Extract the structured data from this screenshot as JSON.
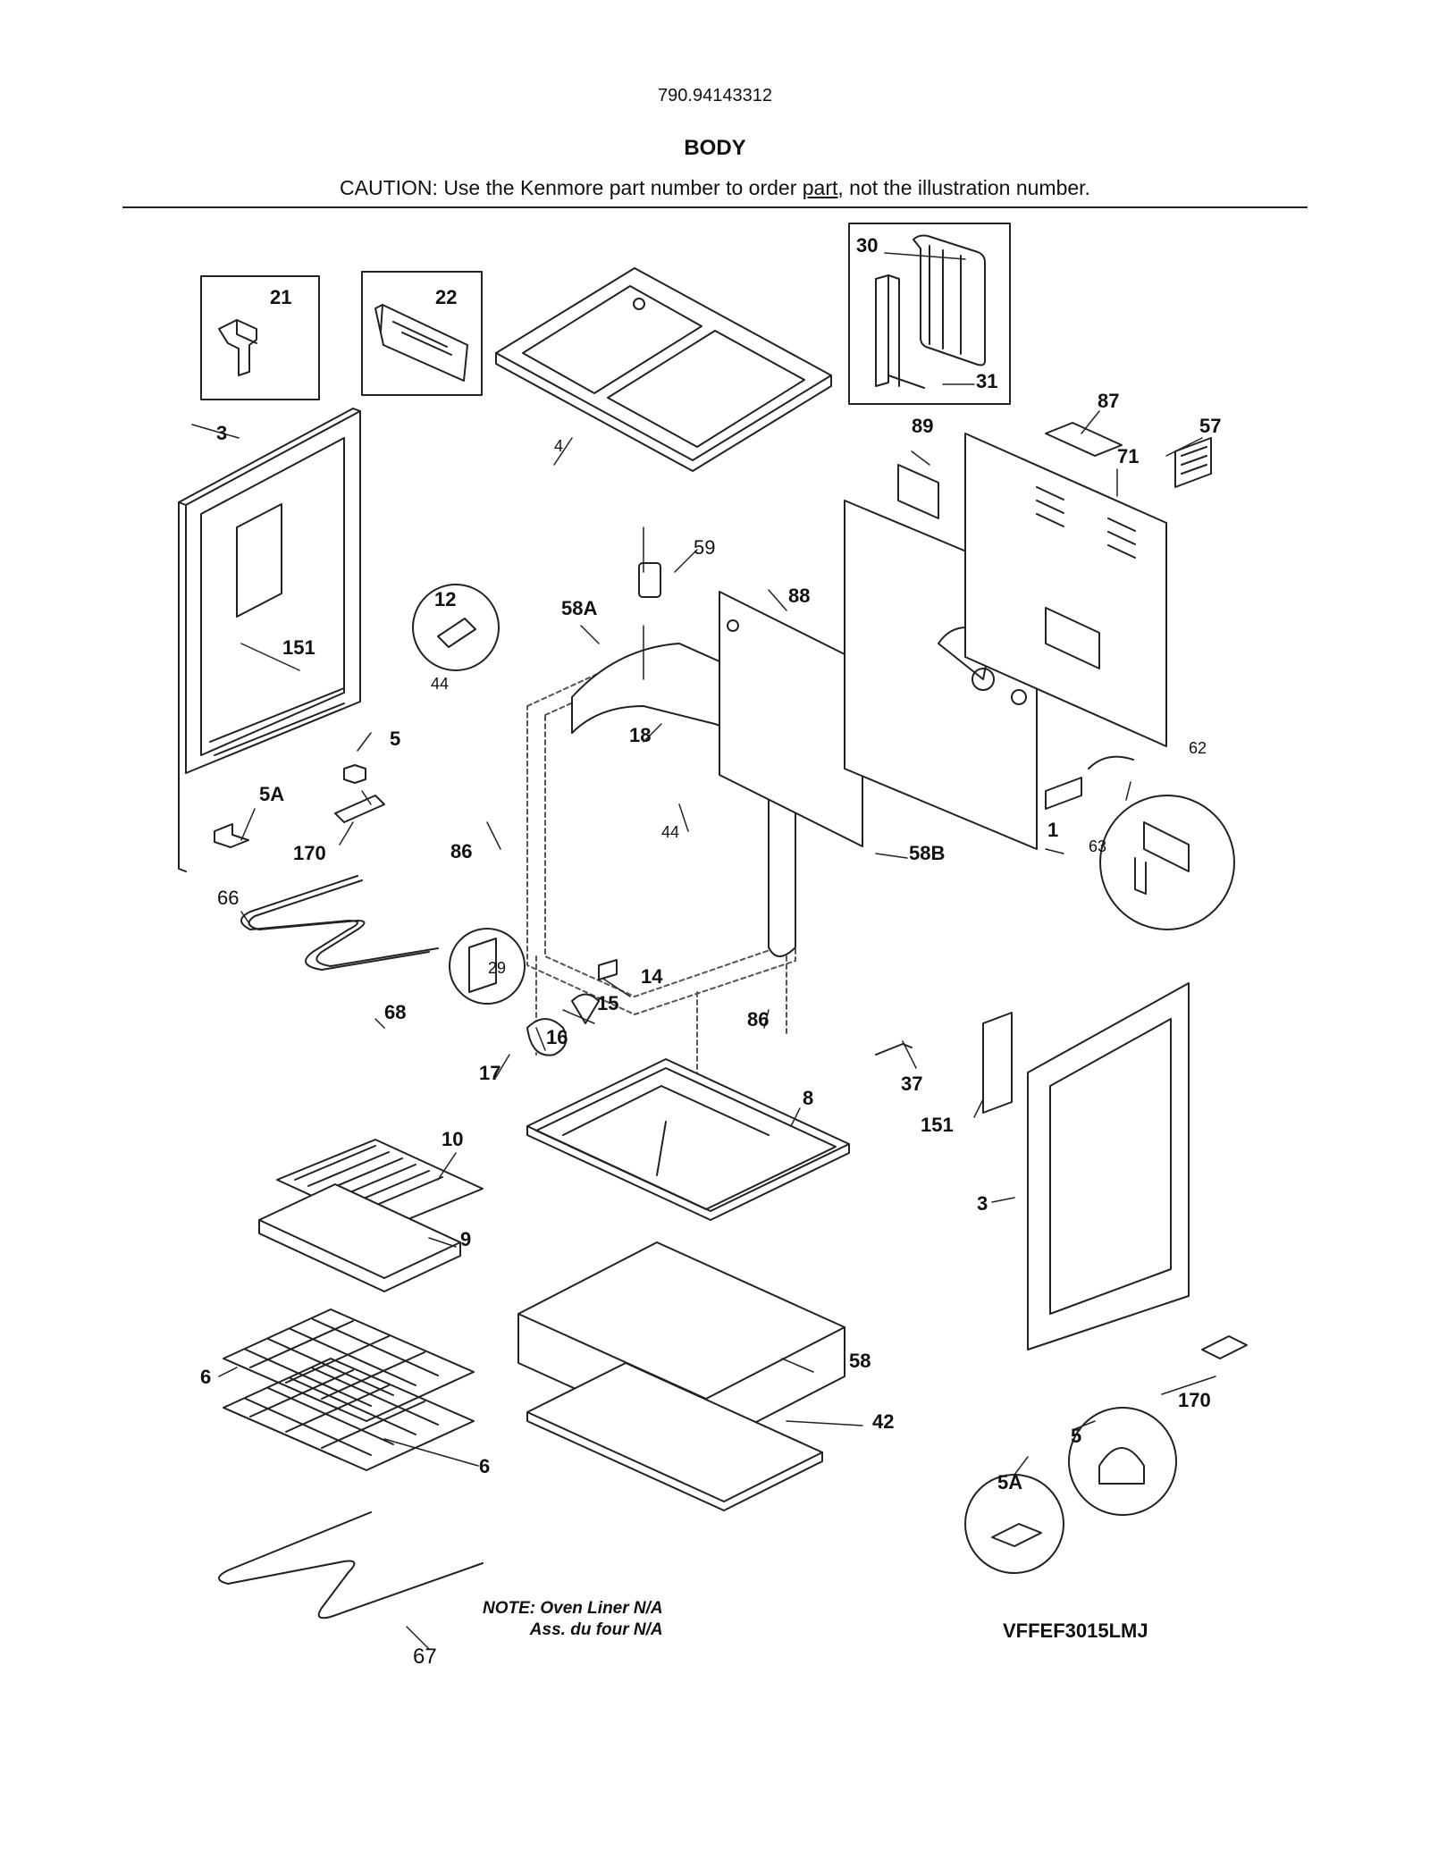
{
  "header": {
    "model_number": "790.94143312",
    "section_title": "BODY",
    "caution_prefix": "CAUTION: Use the Kenmore part number to order ",
    "caution_underlined": "part",
    "caution_suffix": ", not the illustration number."
  },
  "diagram": {
    "callouts": {
      "c21": "21",
      "c22": "22",
      "c30": "30",
      "c31": "31",
      "c3_left": "3",
      "c4": "4",
      "c87": "87",
      "c57": "57",
      "c89": "89",
      "c71": "71",
      "c59": "59",
      "c88": "88",
      "c58A": "58A",
      "c12": "12",
      "c44_top": "44",
      "c151_left": "151",
      "c18": "18",
      "c5_left": "5",
      "c5A_left": "5A",
      "c170_left": "170",
      "c86_left": "86",
      "c44_mid": "44",
      "c58B": "58B",
      "c1": "1",
      "c62": "62",
      "c63": "63",
      "c66": "66",
      "c29": "29",
      "c14": "14",
      "c15": "15",
      "c16": "16",
      "c17": "17",
      "c68": "68",
      "c86_right": "86",
      "c37": "37",
      "c151_right": "151",
      "c8": "8",
      "c10": "10",
      "c9": "9",
      "c3_right": "3",
      "c58": "58",
      "c42": "42",
      "c6_left": "6",
      "c6_right": "6",
      "c170_right": "170",
      "c5_right": "5",
      "c5A_right": "5A",
      "c67": "67"
    },
    "note_line1": "NOTE: Oven Liner N/A",
    "note_line2": "Ass. du four N/A",
    "diagram_code": "VFFEF3015LMJ"
  }
}
